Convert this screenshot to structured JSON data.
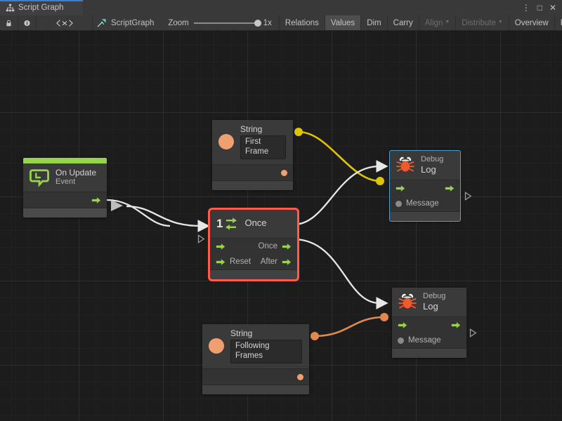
{
  "window": {
    "tab_label": "Script Graph",
    "tab_icon": "graph-hierarchy-icon",
    "controls": {
      "menu": "⋮",
      "maximize": "□",
      "close": "✕"
    }
  },
  "toolbar": {
    "lock_icon": "lock-icon",
    "info_icon": "info-icon",
    "variables_icon": "angle-brackets-x-icon",
    "graph_icon": "scriptgraph-icon",
    "graph_name": "ScriptGraph",
    "zoom_label": "Zoom",
    "zoom_value": "1x",
    "buttons": [
      {
        "label": "Relations",
        "active": false,
        "disabled": false
      },
      {
        "label": "Values",
        "active": true,
        "disabled": false
      },
      {
        "label": "Dim",
        "active": false,
        "disabled": false
      },
      {
        "label": "Carry",
        "active": false,
        "disabled": false
      },
      {
        "label": "Align",
        "active": false,
        "disabled": true,
        "caret": true
      },
      {
        "label": "Distribute",
        "active": false,
        "disabled": true,
        "caret": true
      },
      {
        "label": "Overview",
        "active": false,
        "disabled": false
      },
      {
        "label": "Full Screen",
        "active": false,
        "disabled": false
      }
    ]
  },
  "colors": {
    "accent_green": "#96d44c",
    "flow_arrow": "#96d44c",
    "string_orange": "#f0a070",
    "edge_value_yellow": "#e0c400",
    "edge_value_orange": "#e08a4e",
    "edge_flow_white": "#e8e8e8",
    "selection_red": "#ff5c4d",
    "selection_blue": "#4a9fd4",
    "tab_accent_blue": "#3b7fd4",
    "canvas_bg": "#1c1c1c",
    "node_bg": "#3a3a3a"
  },
  "graph": {
    "nodes": [
      {
        "id": "on-update",
        "name": "on-update-node",
        "title": "On Update",
        "subtitle": "Event",
        "icon": "event-update-icon",
        "selected": false,
        "accent": true,
        "outputs": [
          {
            "label": "",
            "kind": "flow"
          }
        ]
      },
      {
        "id": "string-first-frame",
        "name": "string-node-first-frame",
        "title": "String",
        "icon": "string-circle-icon",
        "value": "First Frame",
        "selected": false,
        "outputs": [
          {
            "label": "",
            "kind": "value"
          }
        ]
      },
      {
        "id": "once",
        "name": "once-node",
        "title": "Once",
        "icon": "once-loop-icon",
        "icon_number": "1",
        "selected": true,
        "selection_color": "red",
        "inputs": [
          {
            "label": "",
            "kind": "flow"
          },
          {
            "label": "Reset",
            "kind": "flow"
          }
        ],
        "outputs": [
          {
            "label": "Once",
            "kind": "flow"
          },
          {
            "label": "After",
            "kind": "flow"
          }
        ]
      },
      {
        "id": "debug-log-1",
        "name": "debug-log-node-top",
        "title": "Debug",
        "subtitle": "Log",
        "icon": "bug-icon",
        "selected": true,
        "selection_color": "blue",
        "inputs": [
          {
            "label": "",
            "kind": "flow"
          },
          {
            "label": "Message",
            "kind": "value"
          }
        ],
        "outputs": [
          {
            "label": "",
            "kind": "flow"
          }
        ]
      },
      {
        "id": "string-following-frames",
        "name": "string-node-following-frames",
        "title": "String",
        "icon": "string-circle-icon",
        "value": "Following Frames",
        "selected": false,
        "outputs": [
          {
            "label": "",
            "kind": "value"
          }
        ]
      },
      {
        "id": "debug-log-2",
        "name": "debug-log-node-bottom",
        "title": "Debug",
        "subtitle": "Log",
        "icon": "bug-icon",
        "selected": false,
        "inputs": [
          {
            "label": "",
            "kind": "flow"
          },
          {
            "label": "Message",
            "kind": "value"
          }
        ],
        "outputs": [
          {
            "label": "",
            "kind": "flow"
          }
        ]
      }
    ],
    "edges": [
      {
        "from": "on-update",
        "to": "once",
        "kind": "flow",
        "color": "#e8e8e8"
      },
      {
        "from": "string-first-frame",
        "to": "debug-log-1.Message",
        "kind": "value",
        "color": "#e0c400"
      },
      {
        "from": "once.Once",
        "to": "debug-log-1",
        "kind": "flow",
        "color": "#e8e8e8"
      },
      {
        "from": "once.After",
        "to": "debug-log-2",
        "kind": "flow",
        "color": "#e8e8e8"
      },
      {
        "from": "string-following-frames",
        "to": "debug-log-2.Message",
        "kind": "value",
        "color": "#e08a4e"
      }
    ]
  }
}
